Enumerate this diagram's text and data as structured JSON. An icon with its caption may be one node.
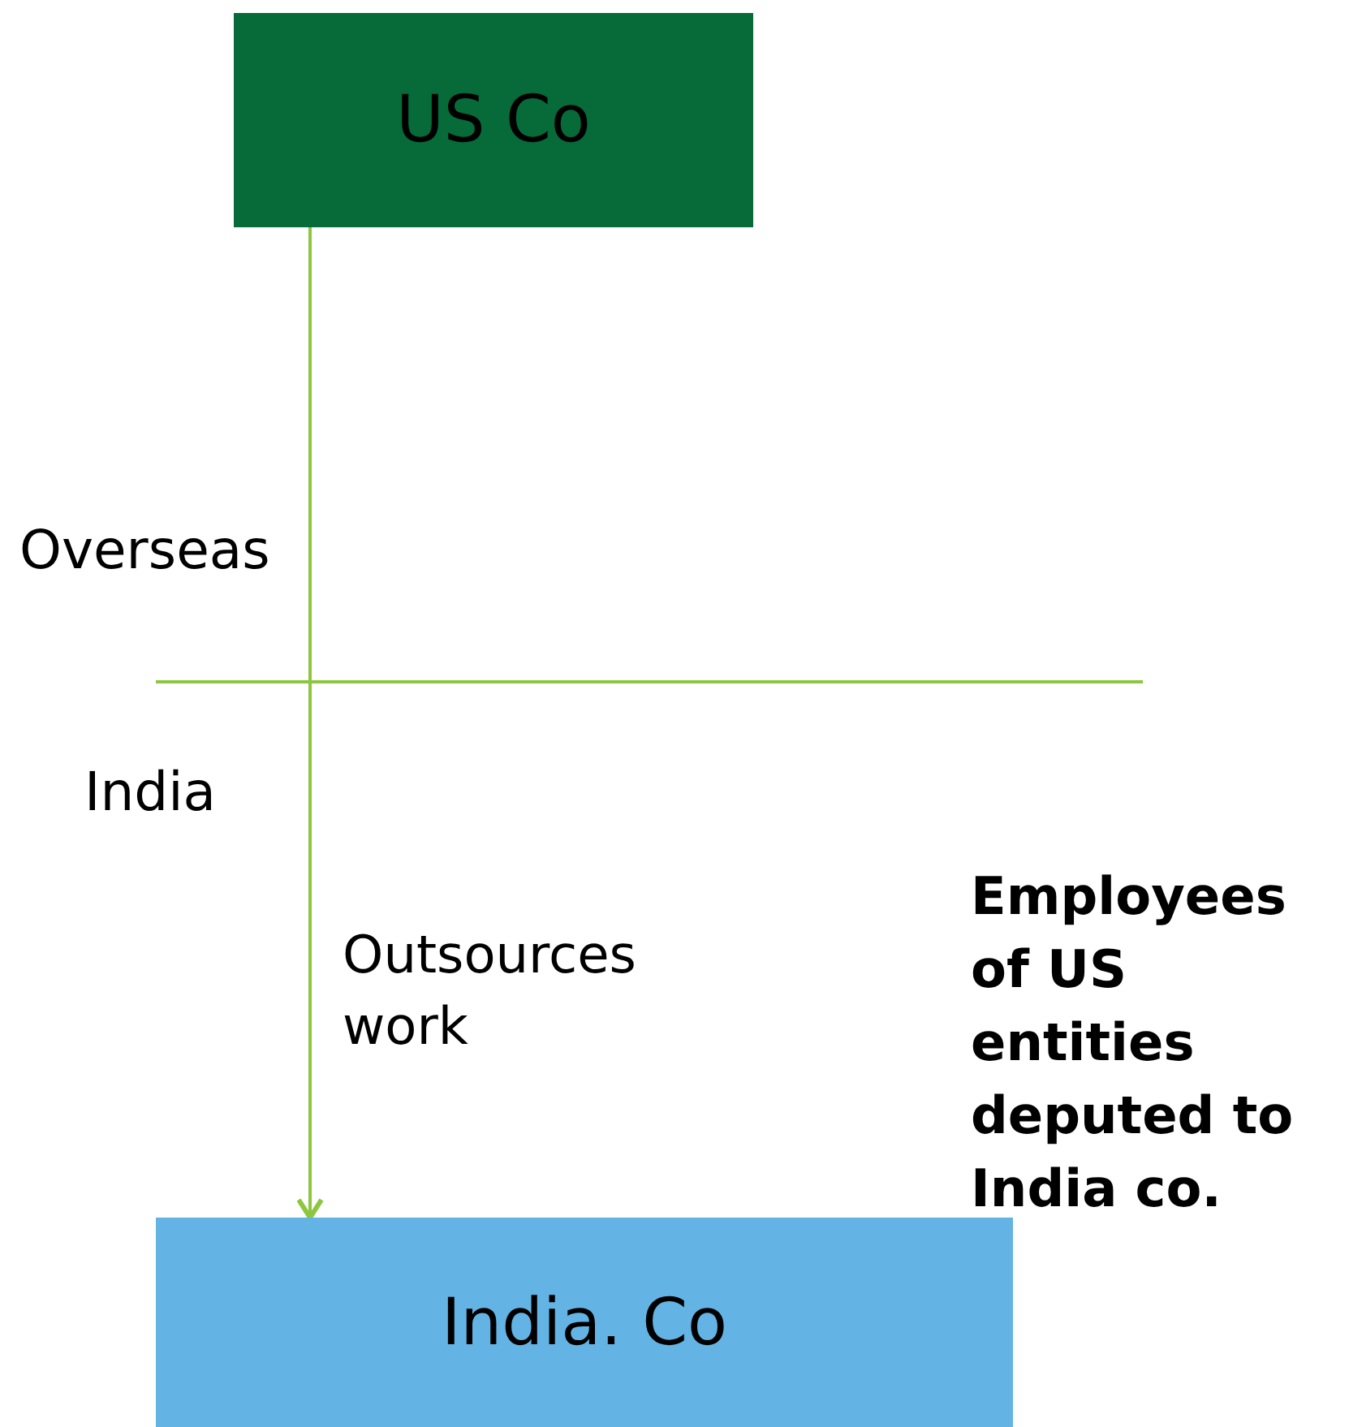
{
  "diagram": {
    "nodes": [
      {
        "text": [
          "US Co"
        ]
      },
      {
        "text": [
          "India. Co"
        ]
      }
    ],
    "edges": [
      {
        "from": 0,
        "to": 1,
        "arrow": "to",
        "label": "Outsources work"
      }
    ],
    "labels": [
      "Overseas",
      "India",
      "Employees of US entities deputed to India co."
    ]
  }
}
